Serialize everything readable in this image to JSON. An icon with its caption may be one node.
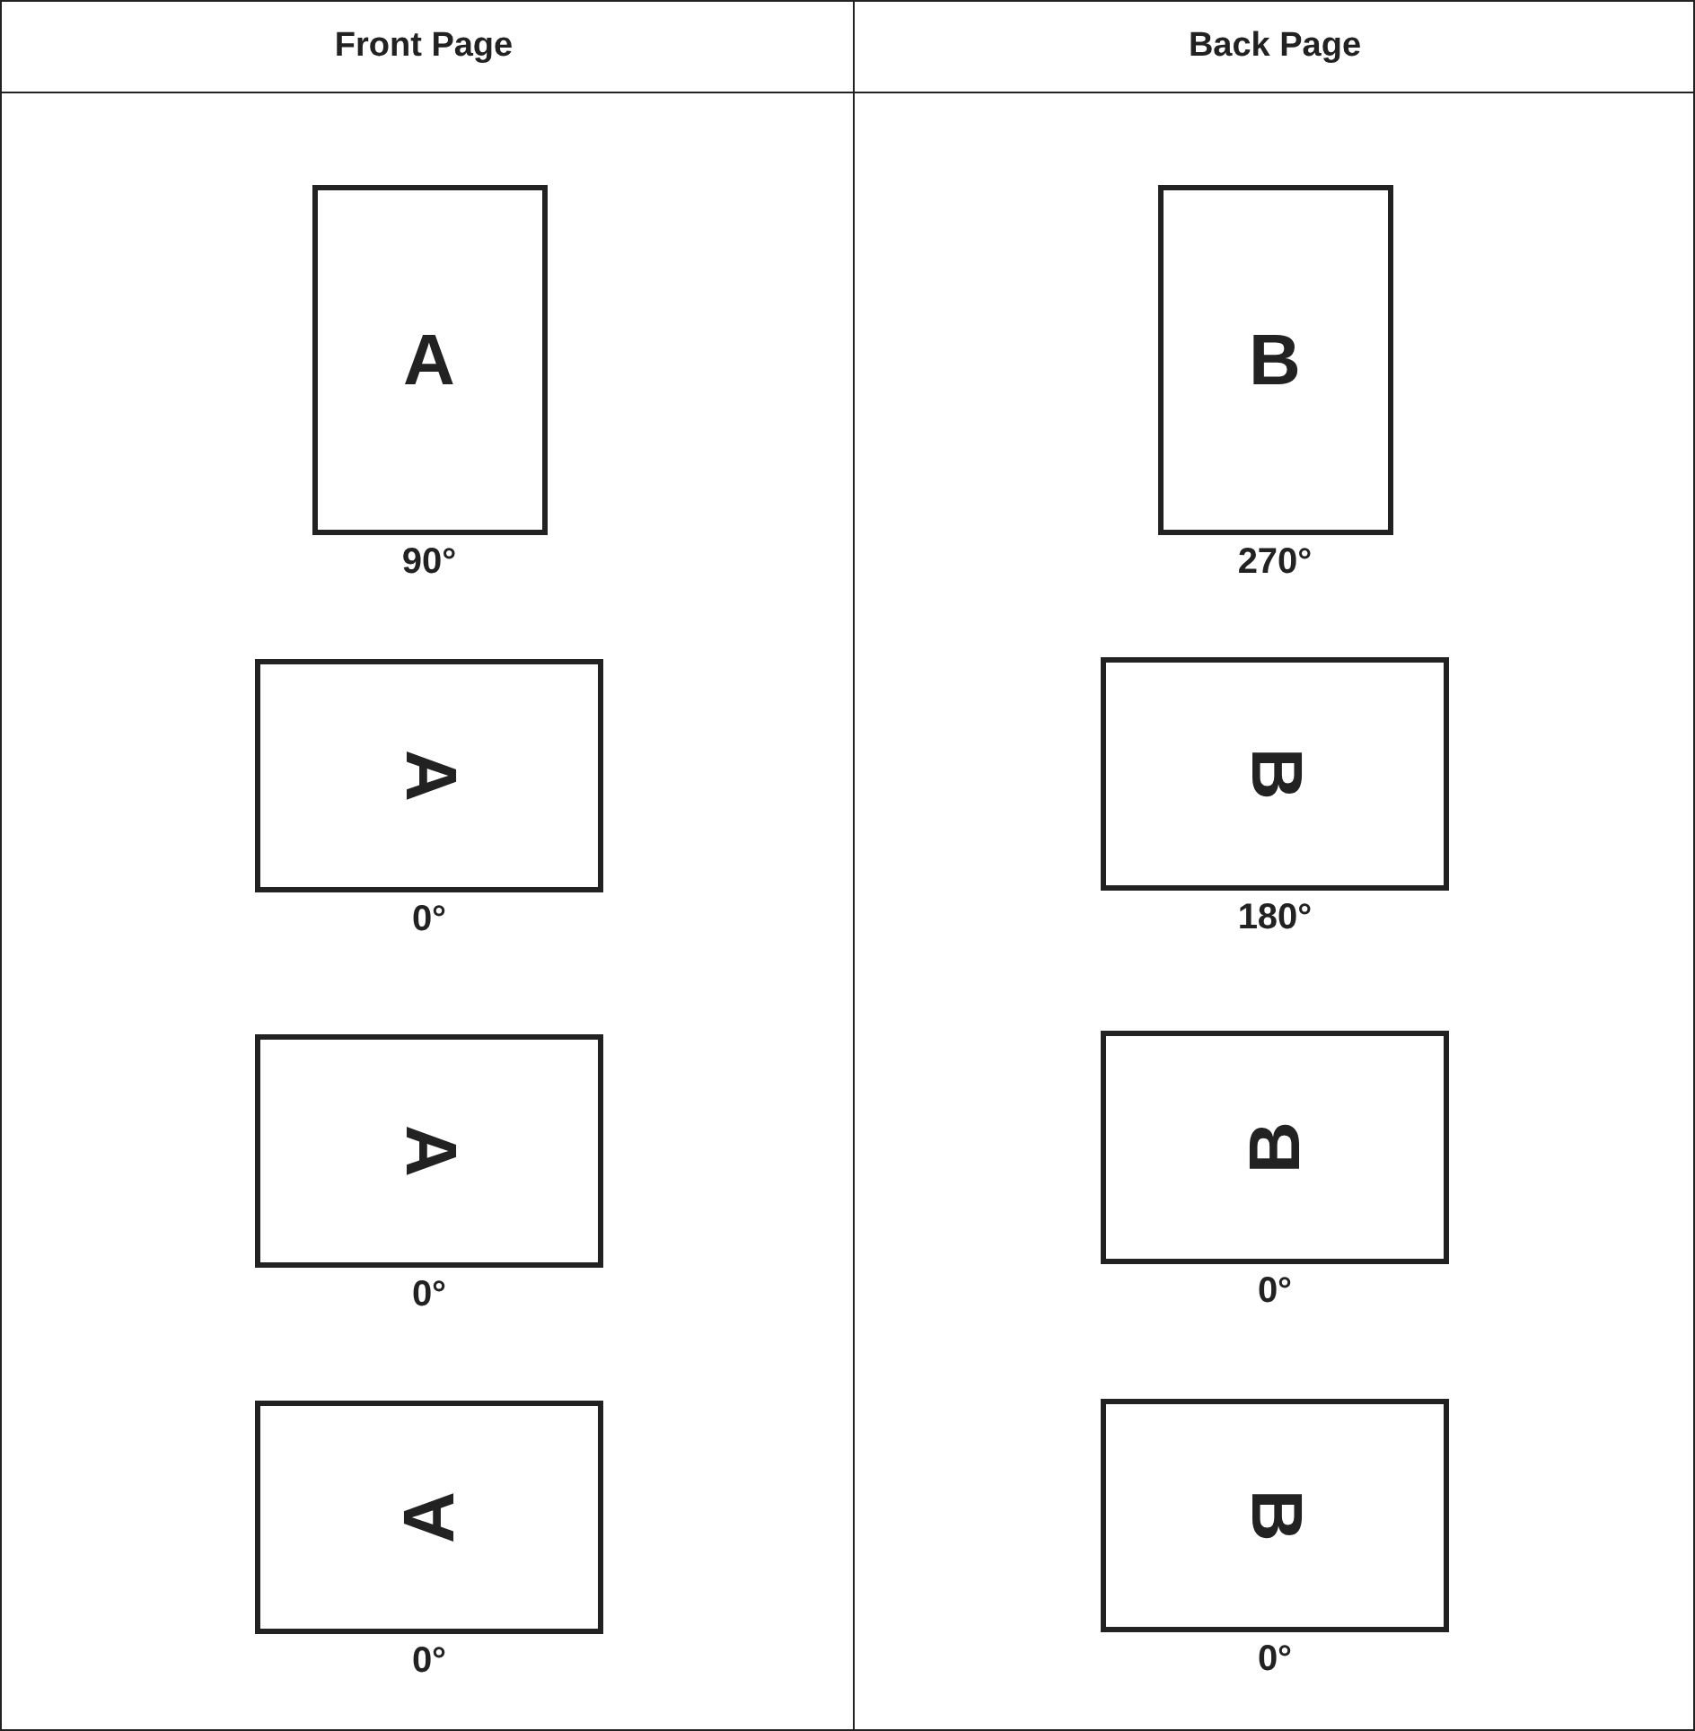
{
  "diagram": {
    "nodes": [
      {
        "text": [
          "A"
        ],
        "beside": [
          "90°"
        ]
      },
      {
        "text": [
          "B"
        ],
        "beside": [
          "270°"
        ]
      },
      {
        "text": [
          "A"
        ],
        "beside": [
          "0°"
        ]
      },
      {
        "text": [
          "B"
        ],
        "beside": [
          "180°"
        ]
      },
      {
        "text": [
          "A"
        ],
        "beside": [
          "0°"
        ]
      },
      {
        "text": [
          "B"
        ],
        "beside": [
          "0°"
        ]
      },
      {
        "text": [
          "A"
        ],
        "beside": [
          "0°"
        ]
      },
      {
        "text": [
          "B"
        ],
        "beside": [
          "0°"
        ]
      }
    ],
    "labels": [
      "Front Page",
      "Back Page"
    ]
  }
}
